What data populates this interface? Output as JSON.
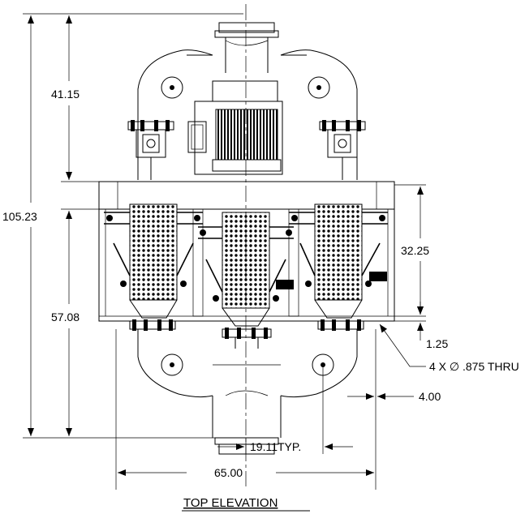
{
  "drawing": {
    "title": "TOP ELEVATION",
    "dimensions": {
      "overall_height": "105.23",
      "upper_height": "41.15",
      "lower_height": "57.08",
      "frame_depth": "32.25",
      "small_offset": "1.25",
      "holes_note": "4 X ∅ .875 THRU",
      "edge_offset": "4.00",
      "spacing": "19.11TYP.",
      "overall_width": "65.00"
    }
  }
}
